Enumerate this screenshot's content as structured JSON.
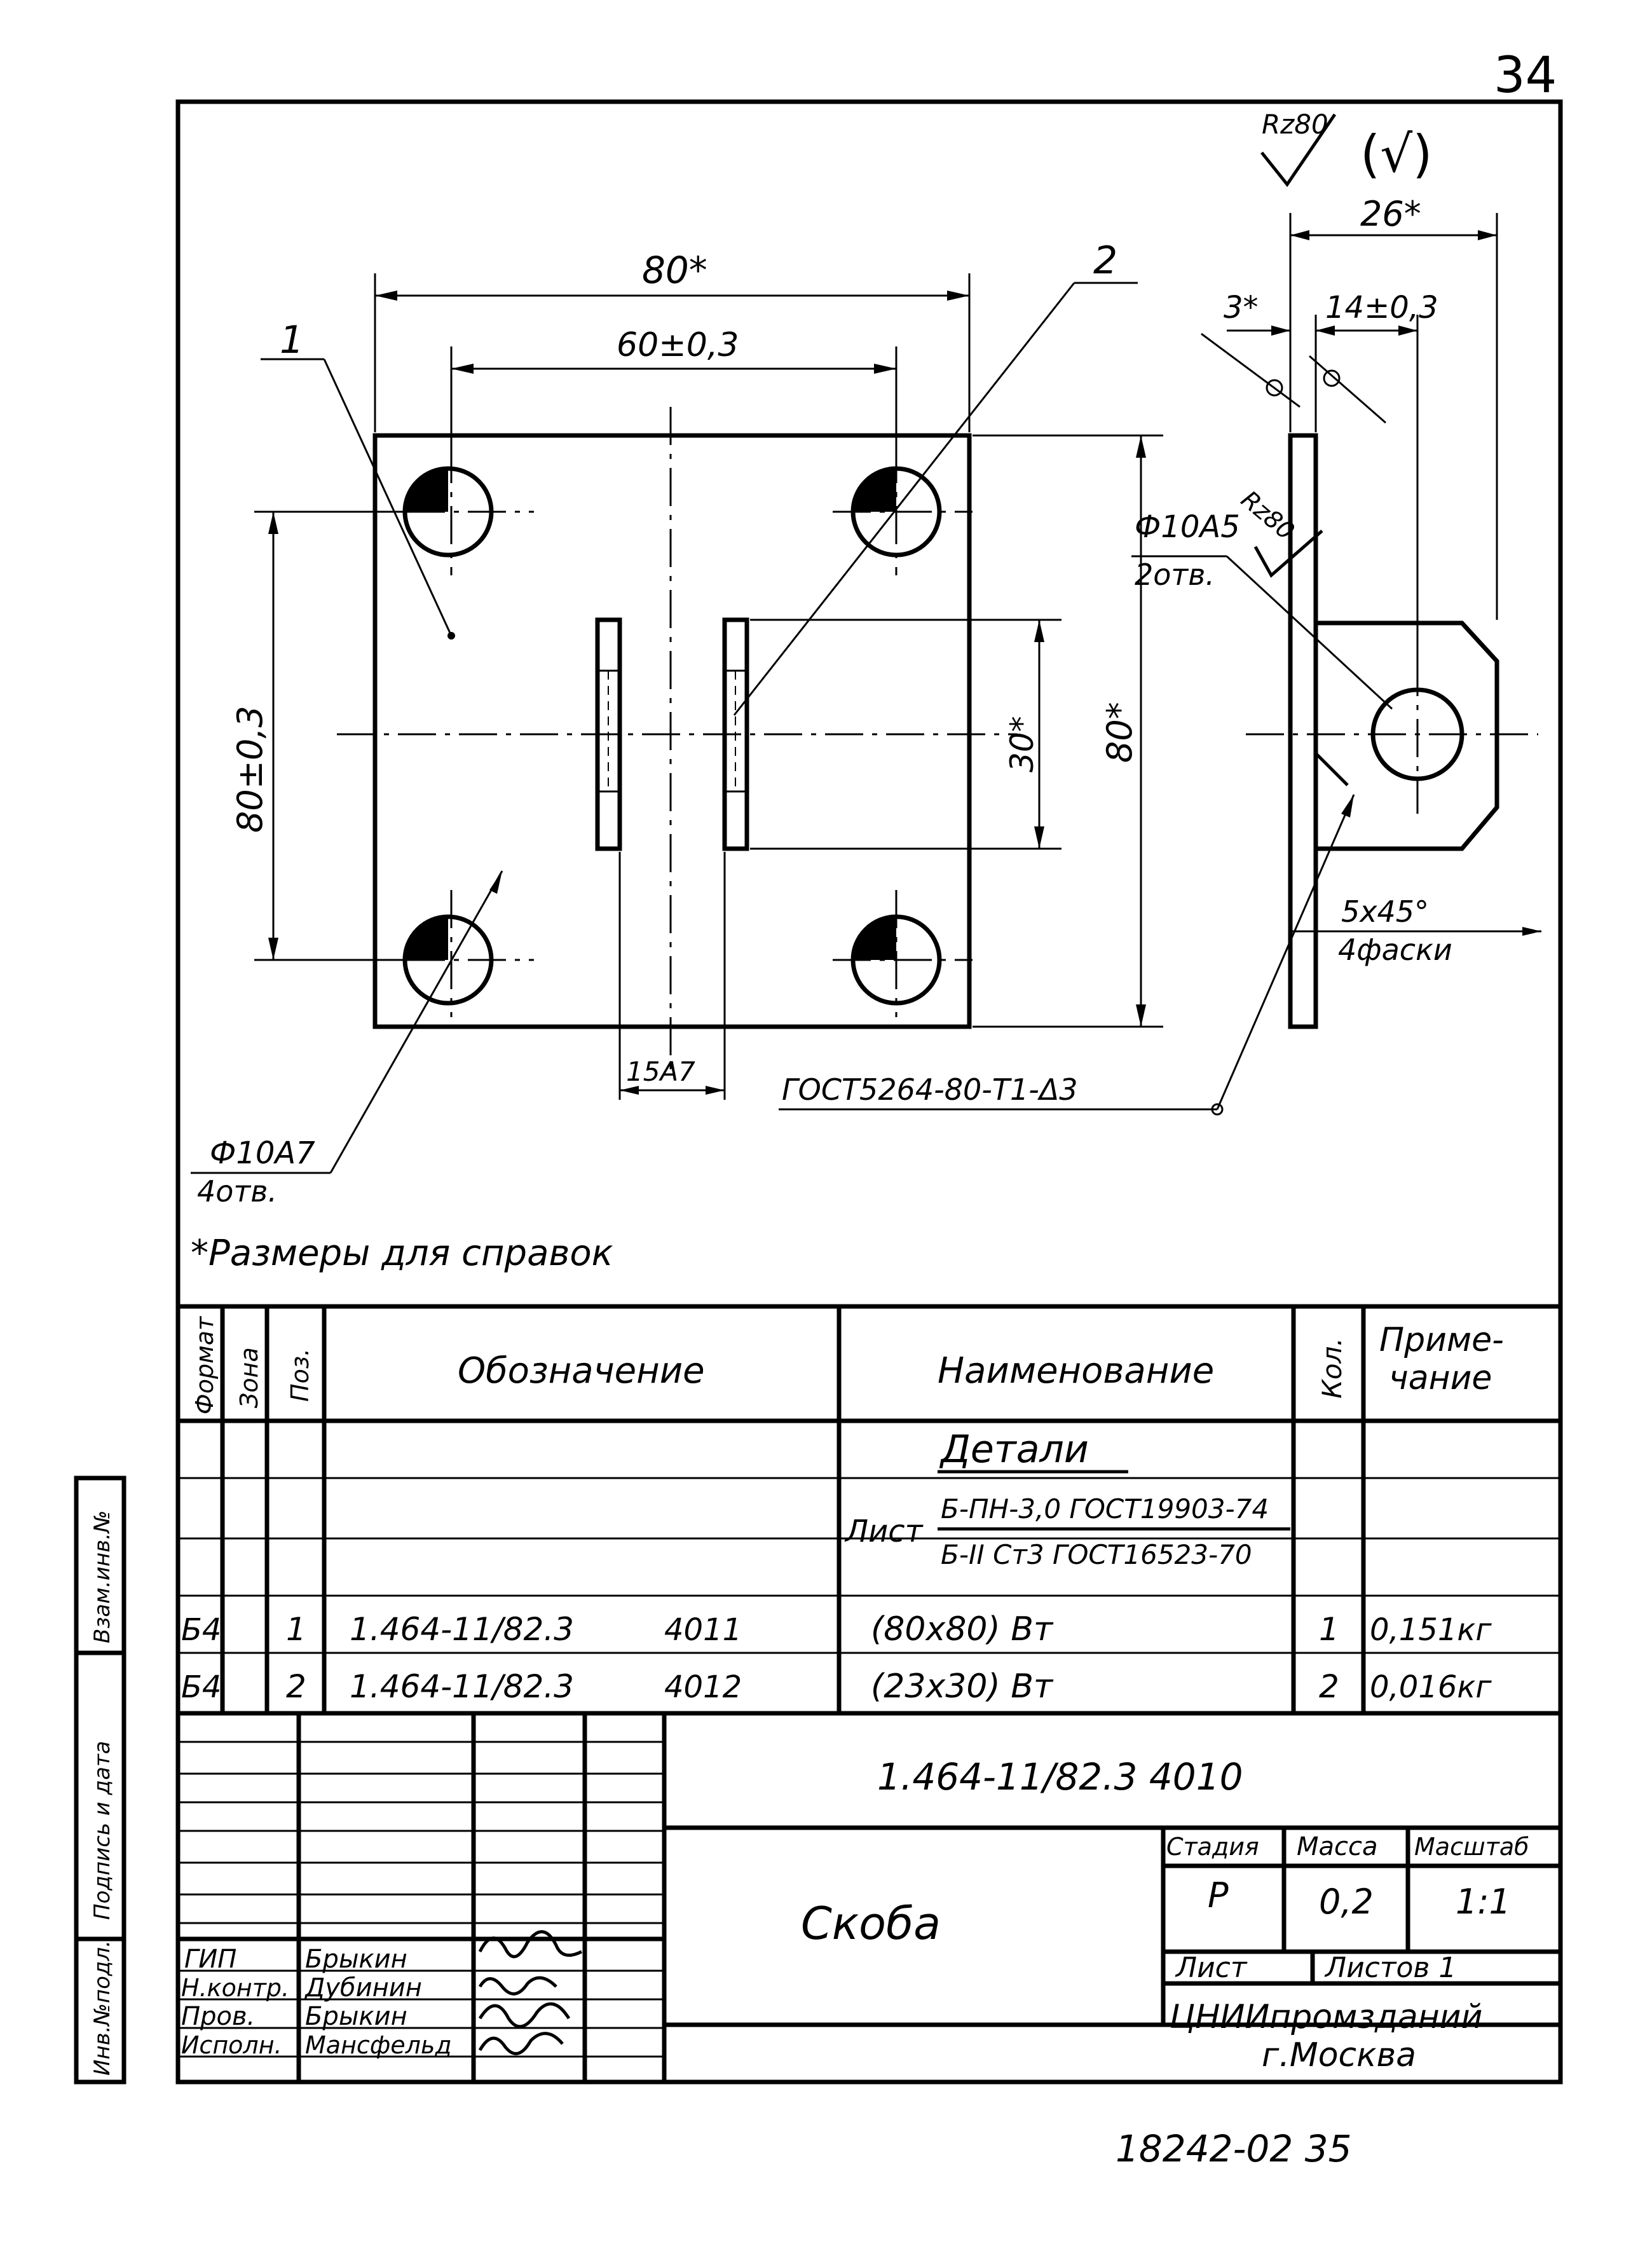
{
  "page_number": "34",
  "roughness": {
    "general": "Rz80",
    "general_bracket": "(√)",
    "local": "Rz80"
  },
  "notes": {
    "reference_dims": "*Размеры для справок"
  },
  "views": {
    "front": {
      "dim_width": "80*",
      "dim_hole_span": "60±0,3",
      "dim_height_left": "80±0,3",
      "dim_height_right": "80*",
      "dim_slot_span": "30*",
      "dim_gap": "15А7",
      "hole_callout": [
        "Ф10А7",
        "4отв."
      ],
      "pos1": "1",
      "pos2": "2",
      "weld": "ГОСТ5264-80-Т1-Δ3"
    },
    "side": {
      "dim_total": "26*",
      "dim_3": "3*",
      "dim_14": "14±0,3",
      "hole_callout": [
        "Ф10А5",
        "2отв."
      ],
      "chamfer": [
        "5х45°",
        "4фаски"
      ]
    }
  },
  "spec_table": {
    "headers": [
      "Формат",
      "Зона",
      "Поз.",
      "Обозначение",
      "Наименование",
      "Кол.",
      "Приме-чание"
    ],
    "section": "Детали",
    "material": {
      "prefix": "Лист",
      "top": "Б-ПН-3,0 ГОСТ19903-74",
      "bottom": "Б-II Ст3 ГОСТ16523-70"
    },
    "rows": [
      {
        "format": "Б4",
        "pos": "1",
        "designation": "1.464-11/82.3",
        "code": "4011",
        "name": "(80х80) Вт",
        "qty": "1",
        "note": "0,151кг"
      },
      {
        "format": "Б4",
        "pos": "2",
        "designation": "1.464-11/82.3",
        "code": "4012",
        "name": "(23х30) Вт",
        "qty": "2",
        "note": "0,016кг"
      }
    ]
  },
  "side_stamp": [
    "Инв.№подл.",
    "Подпись и дата",
    "Взам.инв.№"
  ],
  "title_block": {
    "doc_number": "1.464-11/82.3   4010",
    "title": "Скоба",
    "headers": {
      "stage": "Стадия",
      "mass": "Масса",
      "scale": "Масштаб"
    },
    "stage": "Р",
    "mass": "0,2",
    "scale": "1:1",
    "sheet": "Лист",
    "sheets": "Листов 1",
    "people": [
      {
        "role": "ГИП",
        "name": "Брыкин"
      },
      {
        "role": "Н.контр.",
        "name": "Дубинин"
      },
      {
        "role": "Пров.",
        "name": "Брыкин"
      },
      {
        "role": "Исполн.",
        "name": "Мансфельд"
      }
    ],
    "org": [
      "ЦНИИпромзданий",
      "г.Москва"
    ]
  },
  "bottom_code": "18242-02   35"
}
